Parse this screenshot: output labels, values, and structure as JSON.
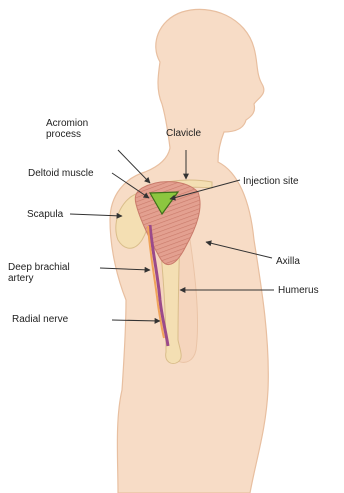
{
  "labels": {
    "acromion_process": "Acromion\nprocess",
    "clavicle": "Clavicle",
    "deltoid_muscle": "Deltoid muscle",
    "injection_site": "Injection site",
    "scapula": "Scapula",
    "axilla": "Axilla",
    "deep_brachial_artery": "Deep brachial\nartery",
    "humerus": "Humerus",
    "radial_nerve": "Radial nerve"
  },
  "colors": {
    "skin": "#f7dcc6",
    "skin_outline": "#e8bfa0",
    "bone": "#f4dfb3",
    "bone_outline": "#d9bd8a",
    "muscle": "#e3a090",
    "muscle_stripes": "#c97a6a",
    "injection_site": "#8cc63f",
    "artery": "#9b4a8a",
    "nerve": "#f0a35a",
    "leader": "#333333"
  }
}
